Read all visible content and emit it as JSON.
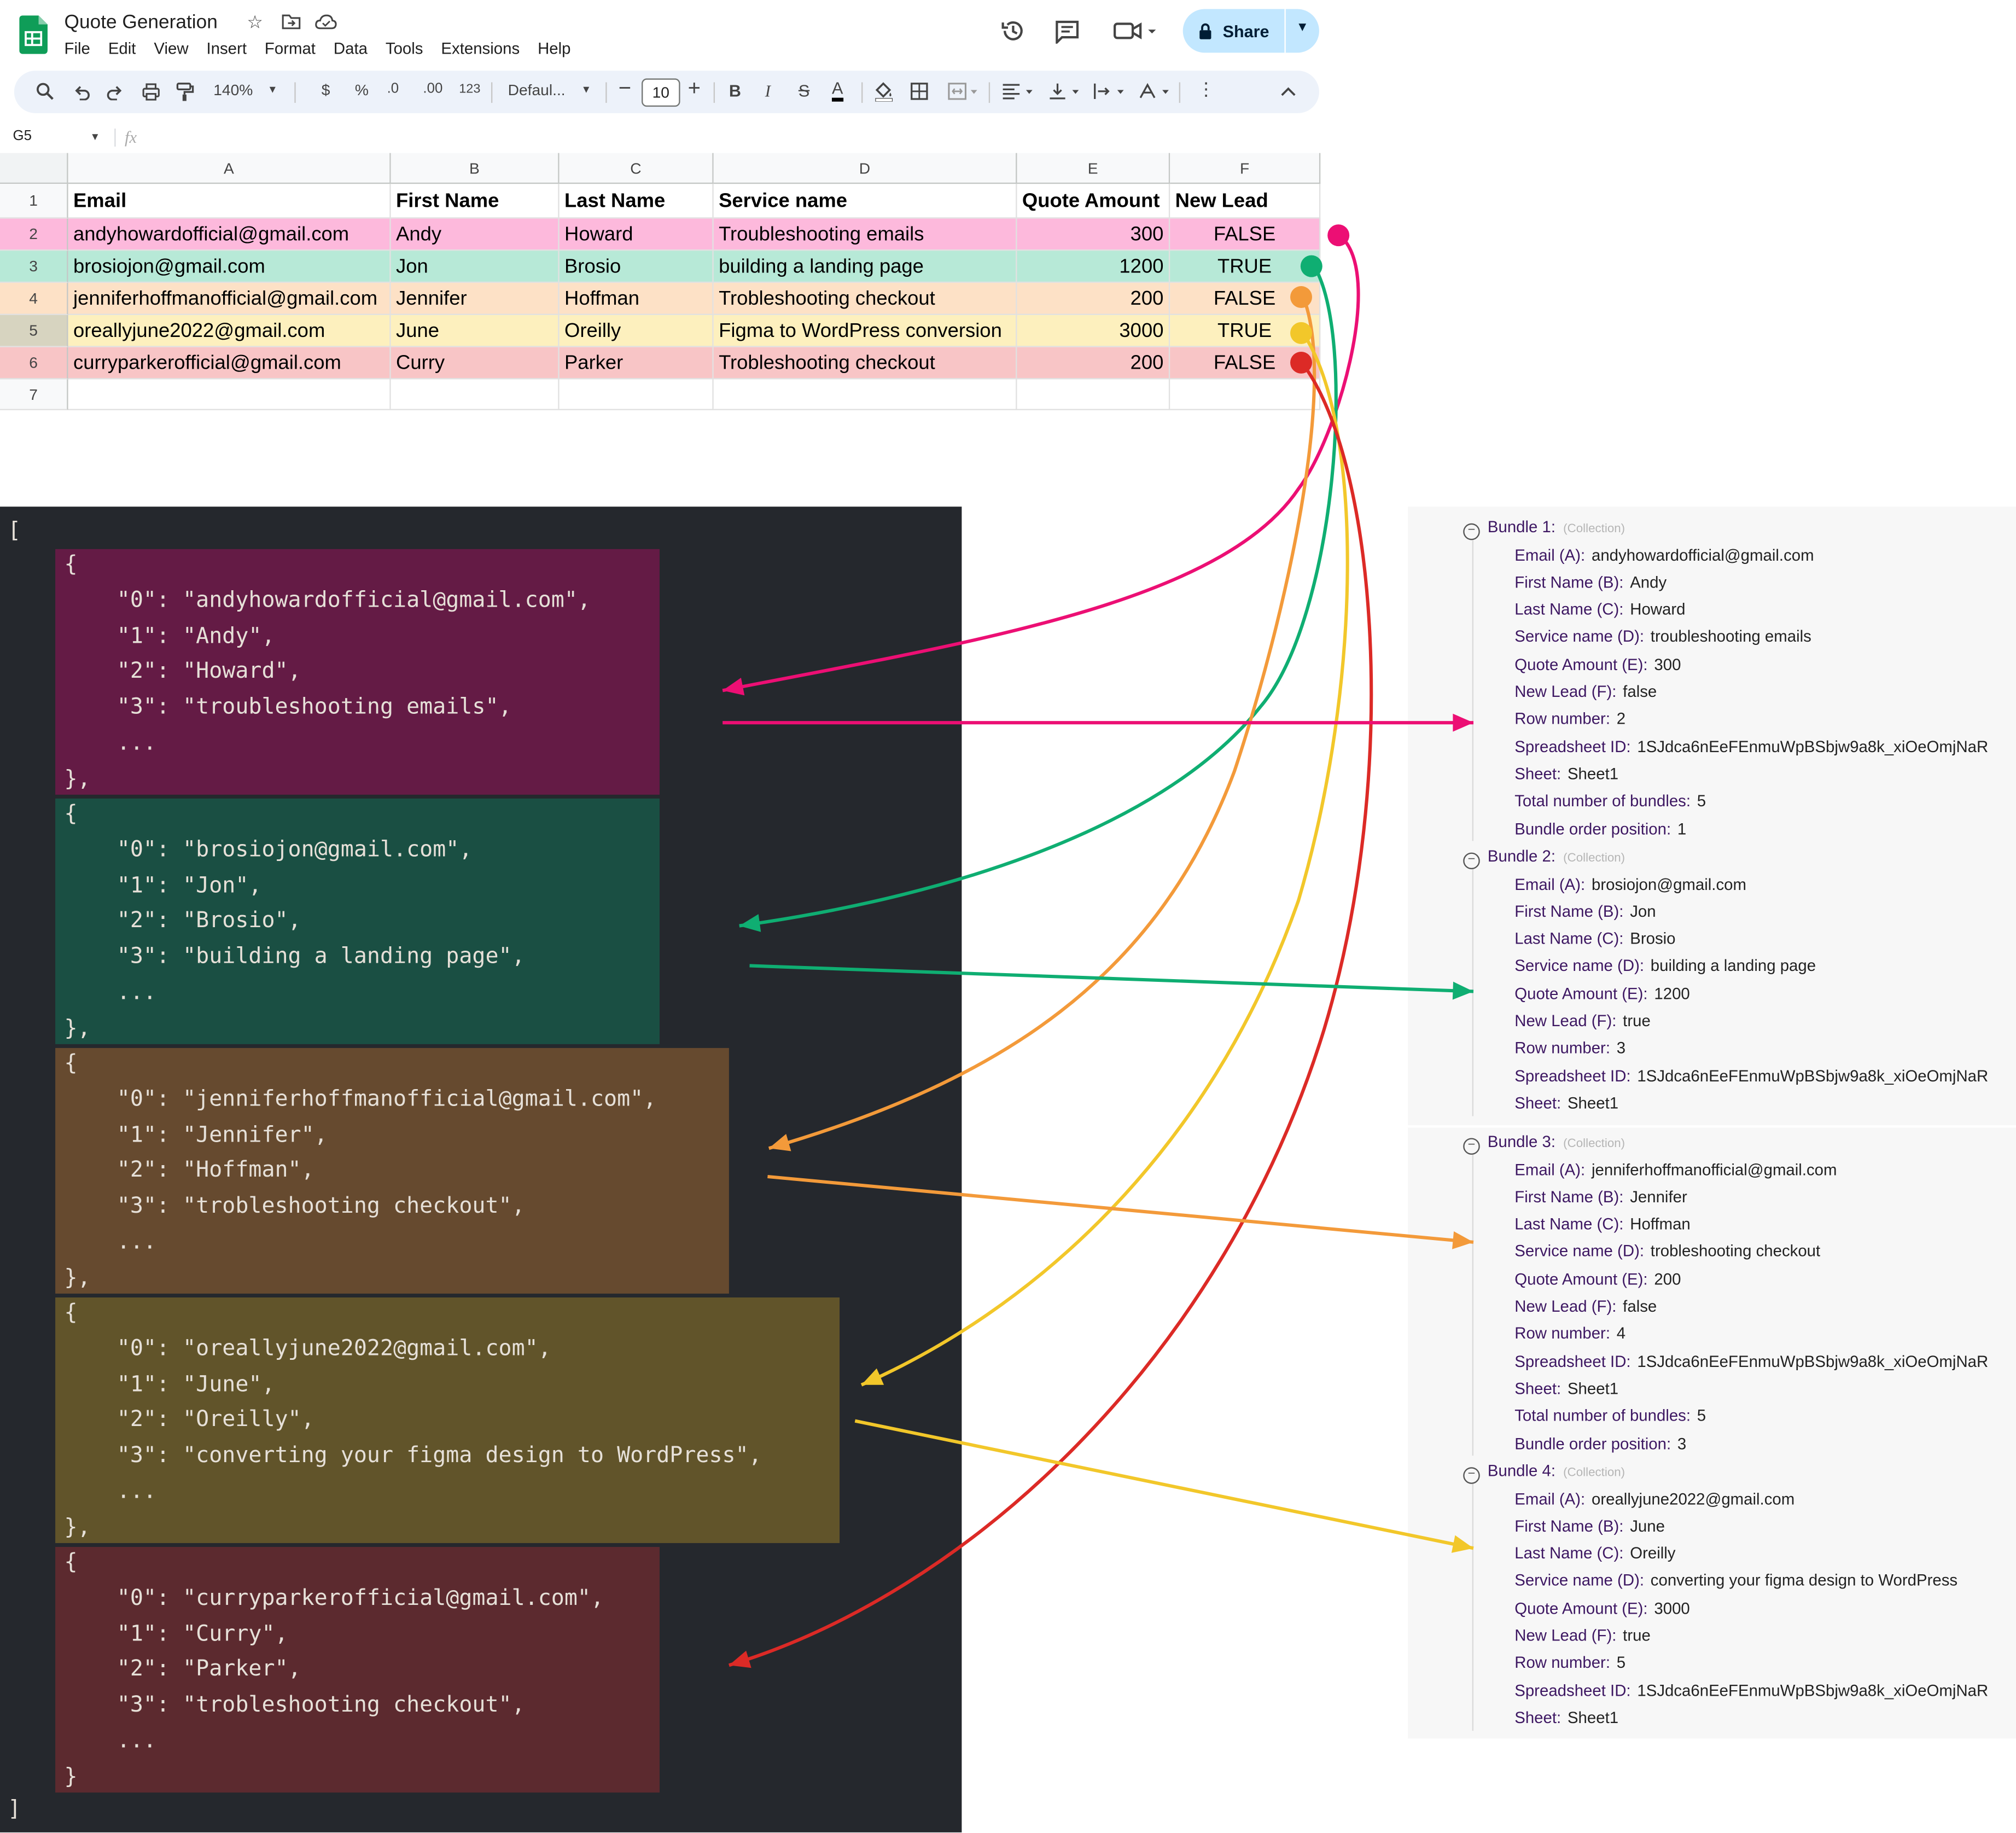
{
  "app": {
    "title": "Quote Generation",
    "menu": [
      "File",
      "Edit",
      "View",
      "Insert",
      "Format",
      "Data",
      "Tools",
      "Extensions",
      "Help"
    ],
    "share_label": "Share"
  },
  "toolbar": {
    "zoom": "140%",
    "currency": "$",
    "percent": "%",
    "decrease_decimal": ".0",
    "increase_decimal": ".00",
    "number_format": "123",
    "font": "Defaul...",
    "font_size": "10",
    "bold": "B",
    "italic": "I",
    "strike": "S",
    "text_color": "A"
  },
  "formula_bar": {
    "cell_ref": "G5",
    "fx": "fx"
  },
  "sheet": {
    "column_letters": [
      "A",
      "B",
      "C",
      "D",
      "E",
      "F"
    ],
    "row_numbers": [
      "1",
      "2",
      "3",
      "4",
      "5",
      "6",
      "7"
    ],
    "headers": [
      "Email",
      "First Name",
      "Last Name",
      "Service name",
      "Quote Amount",
      "New Lead"
    ],
    "rows": [
      {
        "email": "andyhowardofficial@gmail.com",
        "first": "Andy",
        "last": "Howard",
        "service": "Troubleshooting emails",
        "amount": "300",
        "new_lead": "FALSE",
        "color": "#fdb9dc"
      },
      {
        "email": "brosiojon@gmail.com",
        "first": "Jon",
        "last": "Brosio",
        "service": "building a landing page",
        "amount": "1200",
        "new_lead": "TRUE",
        "color": "#b7e9d7"
      },
      {
        "email": "jenniferhoffmanofficial@gmail.com",
        "first": "Jennifer",
        "last": "Hoffman",
        "service": "Trobleshooting checkout",
        "amount": "200",
        "new_lead": "FALSE",
        "color": "#fde1c6"
      },
      {
        "email": "oreallyjune2022@gmail.com",
        "first": "June",
        "last": "Oreilly",
        "service": "Figma to WordPress conversion",
        "amount": "3000",
        "new_lead": "TRUE",
        "color": "#fdf0be"
      },
      {
        "email": "curryparkerofficial@gmail.com",
        "first": "Curry",
        "last": "Parker",
        "service": "Trobleshooting checkout",
        "amount": "200",
        "new_lead": "FALSE",
        "color": "#f8c5c6"
      }
    ]
  },
  "json_view": {
    "open_bracket": "[",
    "close_bracket": "]",
    "blocks": [
      {
        "color": "#641b45",
        "lines": [
          "{",
          "    \"0\": \"andyhowardofficial@gmail.com\",",
          "    \"1\": \"Andy\",",
          "    \"2\": \"Howard\",",
          "    \"3\": \"troubleshooting emails\",",
          "    ...",
          "},"
        ]
      },
      {
        "color": "#1a4f43",
        "lines": [
          "{",
          "    \"0\": \"brosiojon@gmail.com\",",
          "    \"1\": \"Jon\",",
          "    \"2\": \"Brosio\",",
          "    \"3\": \"building a landing page\",",
          "    ...",
          "},"
        ]
      },
      {
        "color": "#664a2f",
        "lines": [
          "{",
          "    \"0\": \"jenniferhoffmanofficial@gmail.com\",",
          "    \"1\": \"Jennifer\",",
          "    \"2\": \"Hoffman\",",
          "    \"3\": \"trobleshooting checkout\",",
          "    ...",
          "},"
        ]
      },
      {
        "color": "#61542a",
        "lines": [
          "{",
          "    \"0\": \"oreallyjune2022@gmail.com\",",
          "    \"1\": \"June\",",
          "    \"2\": \"Oreilly\",",
          "    \"3\": \"converting your figma design to WordPress\",",
          "    ...",
          "},"
        ]
      },
      {
        "color": "#5c2a2f",
        "lines": [
          "{",
          "    \"0\": \"curryparkerofficial@gmail.com\",",
          "    \"1\": \"Curry\",",
          "    \"2\": \"Parker\",",
          "    \"3\": \"trobleshooting checkout\",",
          "    ...",
          "}"
        ]
      }
    ]
  },
  "bundles": {
    "collection_label": "(Collection)",
    "items": [
      {
        "title": "Bundle 1:",
        "fields": [
          {
            "k": "Email (A):",
            "v": "andyhowardofficial@gmail.com"
          },
          {
            "k": "First Name (B):",
            "v": "Andy"
          },
          {
            "k": "Last Name (C):",
            "v": "Howard"
          },
          {
            "k": "Service name (D):",
            "v": "troubleshooting emails"
          },
          {
            "k": "Quote Amount (E):",
            "v": "300"
          },
          {
            "k": "New Lead (F):",
            "v": "false"
          },
          {
            "k": "Row number:",
            "v": "2"
          },
          {
            "k": "Spreadsheet ID:",
            "v": "1SJdca6nEeFEnmuWpBSbjw9a8k_xiOeOmjNaR"
          },
          {
            "k": "Sheet:",
            "v": "Sheet1"
          },
          {
            "k": "Total number of bundles:",
            "v": "5"
          },
          {
            "k": "Bundle order position:",
            "v": "1"
          }
        ]
      },
      {
        "title": "Bundle 2:",
        "fields": [
          {
            "k": "Email (A):",
            "v": "brosiojon@gmail.com"
          },
          {
            "k": "First Name (B):",
            "v": "Jon"
          },
          {
            "k": "Last Name (C):",
            "v": "Brosio"
          },
          {
            "k": "Service name (D):",
            "v": "building a landing page"
          },
          {
            "k": "Quote Amount (E):",
            "v": "1200"
          },
          {
            "k": "New Lead (F):",
            "v": "true"
          },
          {
            "k": "Row number:",
            "v": "3"
          },
          {
            "k": "Spreadsheet ID:",
            "v": "1SJdca6nEeFEnmuWpBSbjw9a8k_xiOeOmjNaR"
          },
          {
            "k": "Sheet:",
            "v": "Sheet1"
          }
        ]
      },
      {
        "title": "Bundle 3:",
        "fields": [
          {
            "k": "Email (A):",
            "v": "jenniferhoffmanofficial@gmail.com"
          },
          {
            "k": "First Name (B):",
            "v": "Jennifer"
          },
          {
            "k": "Last Name (C):",
            "v": "Hoffman"
          },
          {
            "k": "Service name (D):",
            "v": "trobleshooting checkout"
          },
          {
            "k": "Quote Amount (E):",
            "v": "200"
          },
          {
            "k": "New Lead (F):",
            "v": "false"
          },
          {
            "k": "Row number:",
            "v": "4"
          },
          {
            "k": "Spreadsheet ID:",
            "v": "1SJdca6nEeFEnmuWpBSbjw9a8k_xiOeOmjNaR"
          },
          {
            "k": "Sheet:",
            "v": "Sheet1"
          },
          {
            "k": "Total number of bundles:",
            "v": "5"
          },
          {
            "k": "Bundle order position:",
            "v": "3"
          }
        ]
      },
      {
        "title": "Bundle 4:",
        "fields": [
          {
            "k": "Email (A):",
            "v": "oreallyjune2022@gmail.com"
          },
          {
            "k": "First Name (B):",
            "v": "June"
          },
          {
            "k": "Last Name (C):",
            "v": "Oreilly"
          },
          {
            "k": "Service name (D):",
            "v": "converting your figma design to WordPress"
          },
          {
            "k": "Quote Amount (E):",
            "v": "3000"
          },
          {
            "k": "New Lead (F):",
            "v": "true"
          },
          {
            "k": "Row number:",
            "v": "5"
          },
          {
            "k": "Spreadsheet ID:",
            "v": "1SJdca6nEeFEnmuWpBSbjw9a8k_xiOeOmjNaR"
          },
          {
            "k": "Sheet:",
            "v": "Sheet1"
          }
        ]
      }
    ]
  },
  "arrow_colors": [
    "#ec0f74",
    "#0fae72",
    "#f39a3a",
    "#f2c72a",
    "#dc2a26"
  ]
}
